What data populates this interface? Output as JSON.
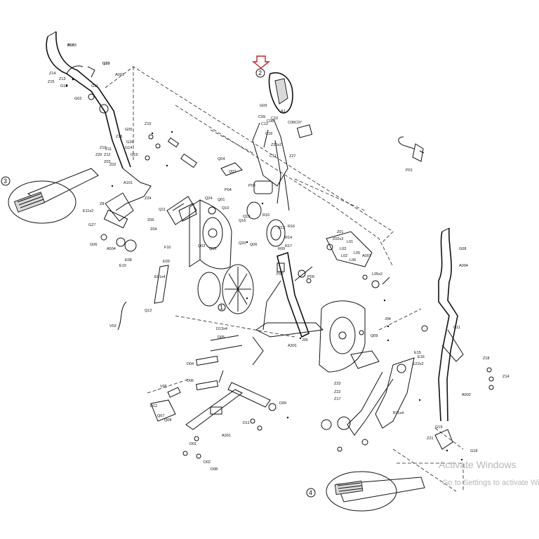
{
  "callouts": [
    "1",
    "2",
    "3",
    "4"
  ],
  "labels": [
    "A003",
    "G10",
    "Z14",
    "G12",
    "Z13",
    "Z15",
    "A001",
    "G11",
    "G02",
    "Z10",
    "Z11",
    "Z12",
    "Z16",
    "G14",
    "Z19",
    "Z20",
    "Z03",
    "Z02",
    "G05",
    "G26",
    "G15",
    "A101",
    "E11x2",
    "Z8",
    "G27",
    "E10",
    "G06",
    "A504",
    "E08",
    "E09",
    "E01x4",
    "Q11",
    "Z06",
    "Z04",
    "Z24",
    "F10",
    "Q12",
    "V02",
    "G09",
    "C08",
    "C09",
    "C12",
    "C18",
    "A1",
    "C06",
    "C07",
    "C10",
    "C11",
    "Z20x2",
    "Z27",
    "P01",
    "Q04",
    "Q03",
    "P03",
    "P04",
    "Q24",
    "Q01",
    "Q10",
    "Q16",
    "Q20",
    "Q13",
    "Q02",
    "Q05",
    "Q06",
    "R10",
    "R13",
    "R09",
    "R17",
    "R16",
    "R14",
    "P02",
    "P09",
    "Z01",
    "Z02x3",
    "L01",
    "L05",
    "L06",
    "L02",
    "L03",
    "A001",
    "L05x2",
    "G08",
    "A004",
    "G11",
    "E15",
    "E16",
    "E22x2",
    "Z23",
    "Z22",
    "Z17",
    "B11x4",
    "A002",
    "G19",
    "Z21",
    "G18",
    "Z18",
    "Z14",
    "D13x4",
    "D05",
    "D06",
    "D04",
    "D01",
    "D02",
    "D08",
    "D11",
    "D09",
    "A301",
    "V05",
    "D12",
    "Q07",
    "Q08",
    "Q09",
    "J04",
    "J05",
    "A301",
    "P07",
    "Q22"
  ],
  "watermark": {
    "line1": "Activate Windows",
    "line2": "Go to Settings to activate Windows."
  },
  "colors": {
    "ink": "#111111",
    "arrow": "#cc1f1f",
    "watermark": "#b7b7b7"
  }
}
